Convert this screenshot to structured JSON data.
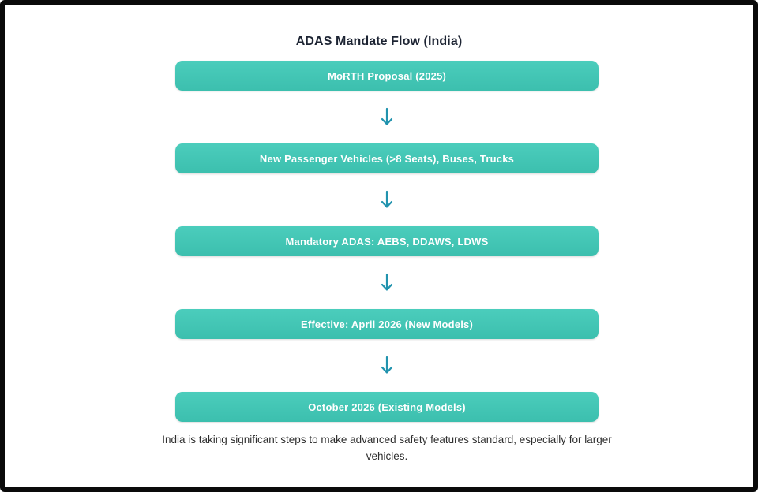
{
  "diagram": {
    "title": "ADAS Mandate Flow (India)",
    "steps": [
      {
        "label": "MoRTH Proposal (2025)"
      },
      {
        "label": "New Passenger Vehicles (>8 Seats), Buses, Trucks"
      },
      {
        "label": "Mandatory ADAS: AEBS, DDAWS, LDWS"
      },
      {
        "label": "Effective: April 2026 (New Models)"
      },
      {
        "label": "October 2026 (Existing Models)"
      }
    ],
    "connector_icon": "down-arrow-icon",
    "caption": "India is taking significant steps to make advanced safety features standard, especially for larger vehicles.",
    "colors": {
      "box_fill_top": "#4BCDBC",
      "box_fill_bottom": "#3CBFAE",
      "box_text": "#FFFFFF",
      "arrow": "#2193AE",
      "title_text": "#1D2433",
      "caption_text": "#2E2E2E",
      "frame_border": "#0A0A0A",
      "background": "#FFFFFF"
    }
  }
}
